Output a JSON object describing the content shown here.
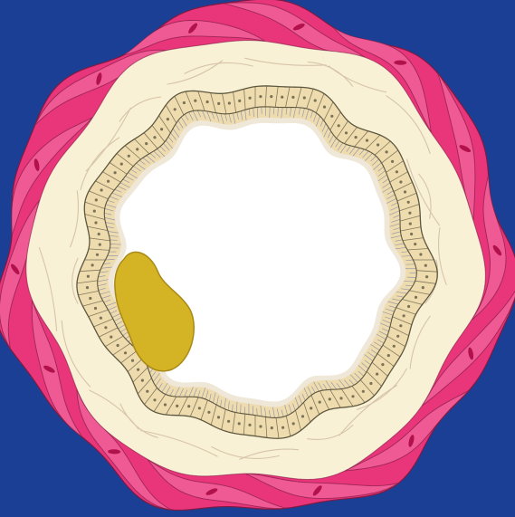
{
  "colors": {
    "background": "#1c3f96",
    "muscle_outer": "#e9357a",
    "muscle_band": "#f05a94",
    "muscle_dark_line": "#7d1a43",
    "muscle_nucleus": "#b2124c",
    "connective_tissue": "#f8f1d5",
    "connective_fiber": "#d7c4a9",
    "epithelium_fill": "#efdcae",
    "epithelium_outline": "#5d5740",
    "cell_nucleus": "#7b7358",
    "cilia": "#9a9aa8",
    "lumen": "#ffffff",
    "lumen_shadow": "#eef0f4",
    "inclusion_fill": "#d4b325",
    "inclusion_outline": "#a98a17"
  },
  "structure": {
    "layers": [
      "muscle-layer",
      "connective-tissue-layer",
      "epithelial-layer",
      "ciliated-border",
      "lumen"
    ],
    "inclusion": "yellow-body"
  }
}
